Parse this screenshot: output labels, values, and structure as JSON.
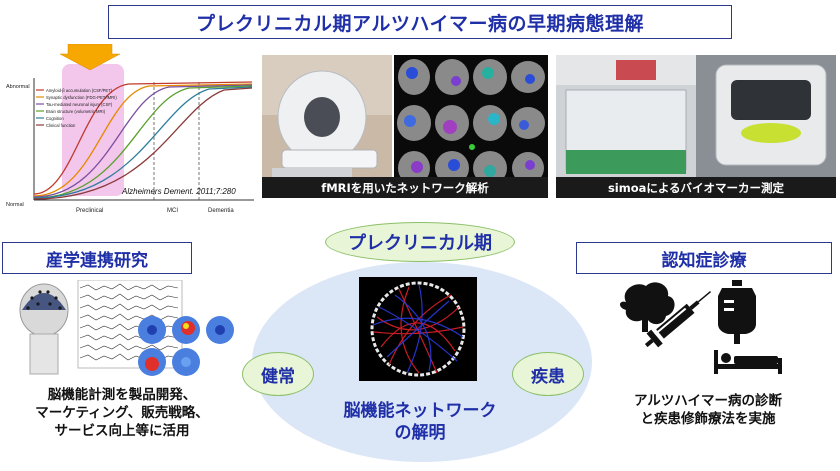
{
  "title": "プレクリニカル期アルツハイマー病の早期病態理解",
  "chart": {
    "y_label": "Abnormal",
    "x_min_label": "Normal",
    "legend": [
      {
        "label": "Amyloid-β accumulation (CSF/PET)",
        "color": "#c0392b"
      },
      {
        "label": "Synaptic dysfunction (FDG-PET/fMRI)",
        "color": "#e68a00"
      },
      {
        "label": "Tau-mediated neuronal injury (CSF)",
        "color": "#7a4fa0"
      },
      {
        "label": "Brain structure (volumetric MRI)",
        "color": "#5aa02c"
      },
      {
        "label": "Cognition",
        "color": "#2e7d9a"
      },
      {
        "label": "Clinical function",
        "color": "#8b3a3a"
      }
    ],
    "stages": [
      "Preclinical",
      "MCI",
      "Dementia"
    ],
    "citation": "Alzheimers Dement. 2011;7:280"
  },
  "captions": {
    "fmri": "fMRIを用いたネットワーク解析",
    "simoa": "simoaによるバイオマーカー測定"
  },
  "left": {
    "heading": "産学連携研究",
    "text_lines": [
      "脳機能計測を製品開発、",
      "マーケティング、販売戦略、",
      "サービス向上等に活用"
    ]
  },
  "right": {
    "heading": "認知症診療",
    "text_lines": [
      "アルツハイマー病の診断",
      "と疾患修飾療法を実施"
    ]
  },
  "center": {
    "top_label": "プレクリニカル期",
    "left_label": "健常",
    "right_label": "疾患",
    "bottom_lines": [
      "脳機能ネットワーク",
      "の解明"
    ]
  },
  "colors": {
    "accent_blue": "#1f2fa8",
    "ellipse_fill": "#dbe6f6",
    "pill_fill": "#e8f5d6",
    "preclinical_band": "#f3c6ec",
    "arrow": "#f6a800"
  }
}
